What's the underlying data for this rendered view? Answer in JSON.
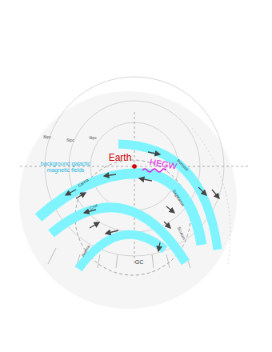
{
  "diagram": {
    "labels": [
      "Earth",
      "HEGW",
      "background galactic magnetic fields",
      "8kpc",
      "6kpc",
      "4kpc",
      "Perseus",
      "Carina",
      "Crux",
      "Sagittarius",
      "Scutum",
      "Norma",
      "GC"
    ]
  }
}
